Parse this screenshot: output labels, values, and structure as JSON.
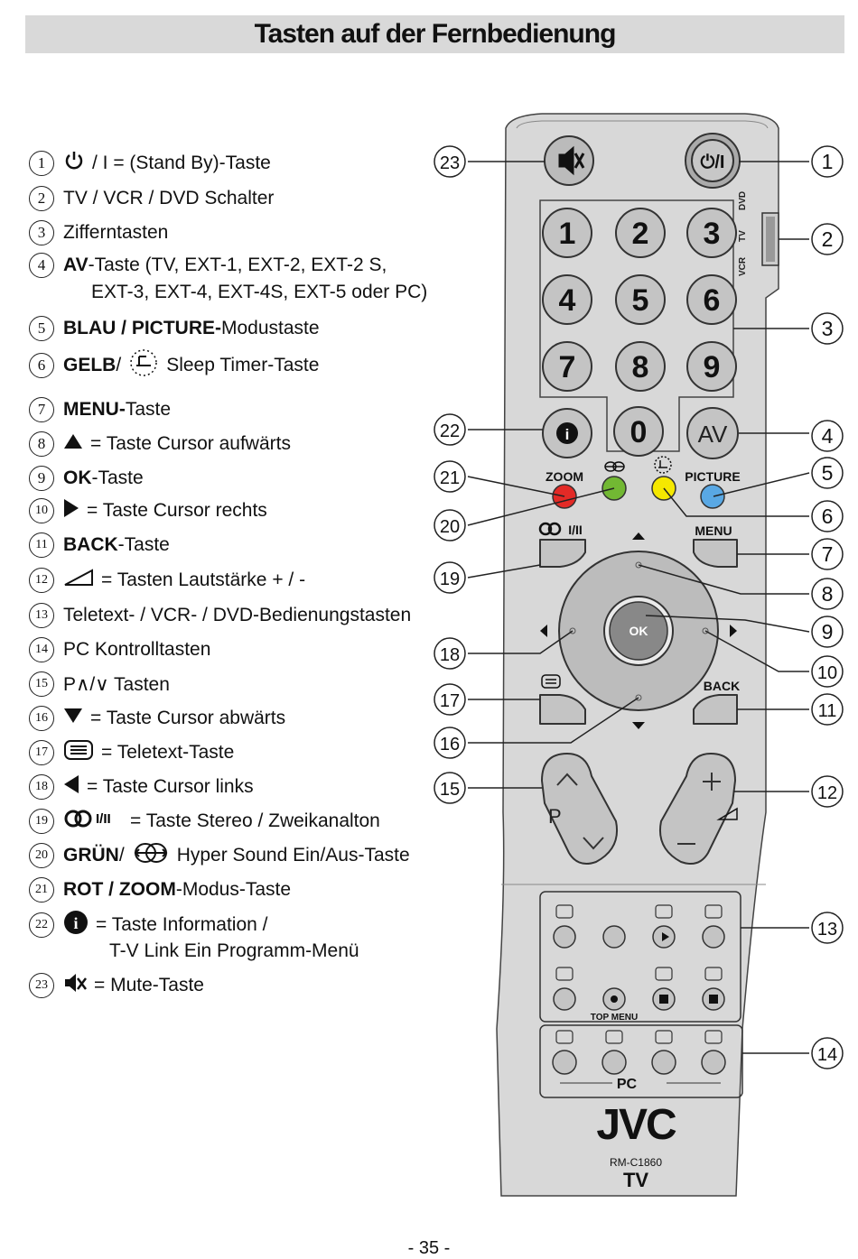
{
  "title": "Tasten auf der Fernbedienung",
  "legend": [
    {
      "n": "1",
      "pre": "",
      "bold": "",
      "text": "/ I = (Stand By)-Taste",
      "icon": "power-icon"
    },
    {
      "n": "2",
      "pre": "",
      "bold": "",
      "text": "TV / VCR / DVD Schalter",
      "icon": ""
    },
    {
      "n": "3",
      "pre": "",
      "bold": "",
      "text": "Zifferntasten",
      "icon": ""
    },
    {
      "n": "4",
      "pre": "",
      "bold": "AV",
      "text": "-Taste (TV, EXT-1, EXT-2, EXT-2 S,",
      "icon": ""
    },
    {
      "n": "5",
      "pre": "",
      "bold": "BLAU / PICTURE-",
      "text": "Modustaste",
      "icon": ""
    },
    {
      "n": "6",
      "pre": "",
      "bold": "GELB",
      "text": " /",
      "text2": "Sleep Timer-Taste",
      "icon": "sleep-timer-icon"
    },
    {
      "n": "7",
      "pre": "",
      "bold": "MENU-",
      "text": "Taste",
      "icon": ""
    },
    {
      "n": "8",
      "pre": "",
      "bold": "",
      "text": "= Taste Cursor aufwärts",
      "icon": "triangle-up-icon"
    },
    {
      "n": "9",
      "pre": "",
      "bold": "OK",
      "text": "-Taste",
      "icon": ""
    },
    {
      "n": "10",
      "pre": "",
      "bold": "",
      "text": "= Taste Cursor rechts",
      "icon": "triangle-right-icon"
    },
    {
      "n": "11",
      "pre": "",
      "bold": "BACK",
      "text": " -Taste",
      "icon": ""
    },
    {
      "n": "12",
      "pre": "",
      "bold": "",
      "text": "= Tasten Lautstärke + / -",
      "icon": "volume-icon"
    },
    {
      "n": "13",
      "pre": "",
      "bold": "",
      "text": "Teletext- / VCR- / DVD-Bedienungstasten",
      "icon": ""
    },
    {
      "n": "14",
      "pre": "",
      "bold": "",
      "text": "PC  Kontrolltasten",
      "icon": ""
    },
    {
      "n": "15",
      "pre": "",
      "bold": "",
      "text": "P∧/∨ Tasten",
      "icon": ""
    },
    {
      "n": "16",
      "pre": "",
      "bold": "",
      "text": "= Taste Cursor abwärts",
      "icon": "triangle-down-icon"
    },
    {
      "n": "17",
      "pre": "",
      "bold": "",
      "text": "= Teletext-Taste",
      "icon": "teletext-icon"
    },
    {
      "n": "18",
      "pre": "",
      "bold": "",
      "text": "= Taste Cursor links",
      "icon": "triangle-left-icon"
    },
    {
      "n": "19",
      "pre": "",
      "bold": "",
      "text": "= Taste Stereo / Zweikanalton",
      "icon": "stereo-icon"
    },
    {
      "n": "20",
      "pre": "",
      "bold": "GRÜN",
      "text": " /",
      "text2": "Hyper Sound Ein/Aus-Taste",
      "icon": "hyper-sound-icon"
    },
    {
      "n": "21",
      "pre": "",
      "bold": "ROT / ZOOM",
      "text": "-Modus-Taste",
      "icon": ""
    },
    {
      "n": "22",
      "pre": "",
      "bold": "",
      "text": "= Taste Information /",
      "icon": "info-icon"
    },
    {
      "n": "23",
      "pre": "",
      "bold": "",
      "text": "= Mute-Taste",
      "icon": "mute-icon"
    }
  ],
  "legend_cont": {
    "item4": "EXT-3, EXT-4, EXT-4S, EXT-5 oder PC)",
    "item22": "T-V Link Ein Programm-Menü"
  },
  "remote": {
    "keys": [
      "1",
      "2",
      "3",
      "4",
      "5",
      "6",
      "7",
      "8",
      "9",
      "0"
    ],
    "av": "AV",
    "power": "⏻/I",
    "switch_labels": [
      "DVD",
      "TV",
      "VCR"
    ],
    "zoom": "ZOOM",
    "picture": "PICTURE",
    "menu": "MENU",
    "stereo": "I/II",
    "ok": "OK",
    "back": "BACK",
    "p": "P",
    "top_menu": "TOP MENU",
    "pc": "PC",
    "brand": "JVC",
    "model": "RM-C1860",
    "model_sub": "TV",
    "colors": {
      "red": "#e32a26",
      "green": "#72b833",
      "yellow": "#f5e800",
      "blue": "#59a8e4",
      "body": "#d6d6d6",
      "button": "#c4c4c4"
    }
  },
  "callouts": [
    "1",
    "2",
    "3",
    "4",
    "5",
    "6",
    "7",
    "8",
    "9",
    "10",
    "11",
    "12",
    "13",
    "14",
    "15",
    "16",
    "17",
    "18",
    "19",
    "20",
    "21",
    "22",
    "23"
  ],
  "page_number": "- 35 -"
}
